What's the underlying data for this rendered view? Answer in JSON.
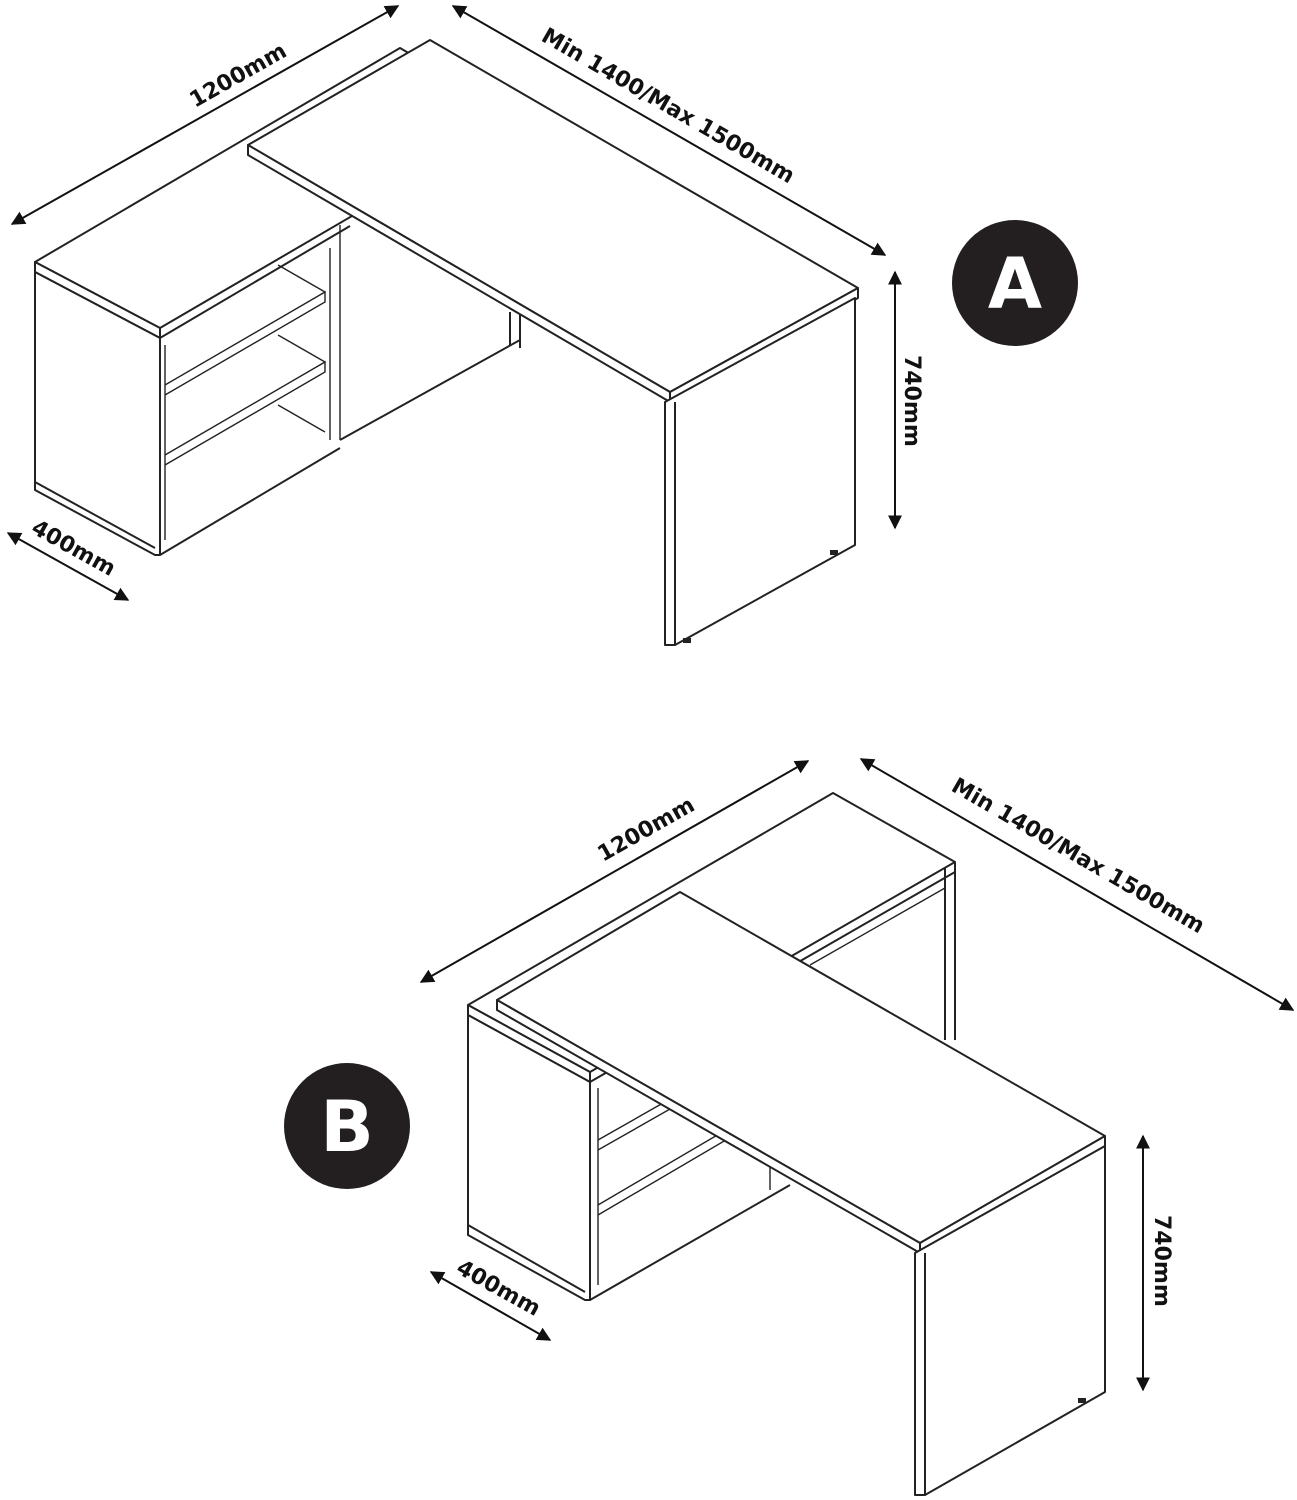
{
  "configurations": [
    {
      "badge": "A",
      "dimensions": {
        "cabinet_length": "1200mm",
        "desk_length": "Min 1400/Max 1500mm",
        "height": "740mm",
        "depth": "400mm"
      }
    },
    {
      "badge": "B",
      "dimensions": {
        "cabinet_length": "1200mm",
        "desk_length": "Min 1400/Max 1500mm",
        "height": "740mm",
        "depth": "400mm"
      }
    }
  ],
  "colors": {
    "line": "#222222",
    "badge_fill": "#231f20",
    "badge_text": "#ffffff"
  }
}
